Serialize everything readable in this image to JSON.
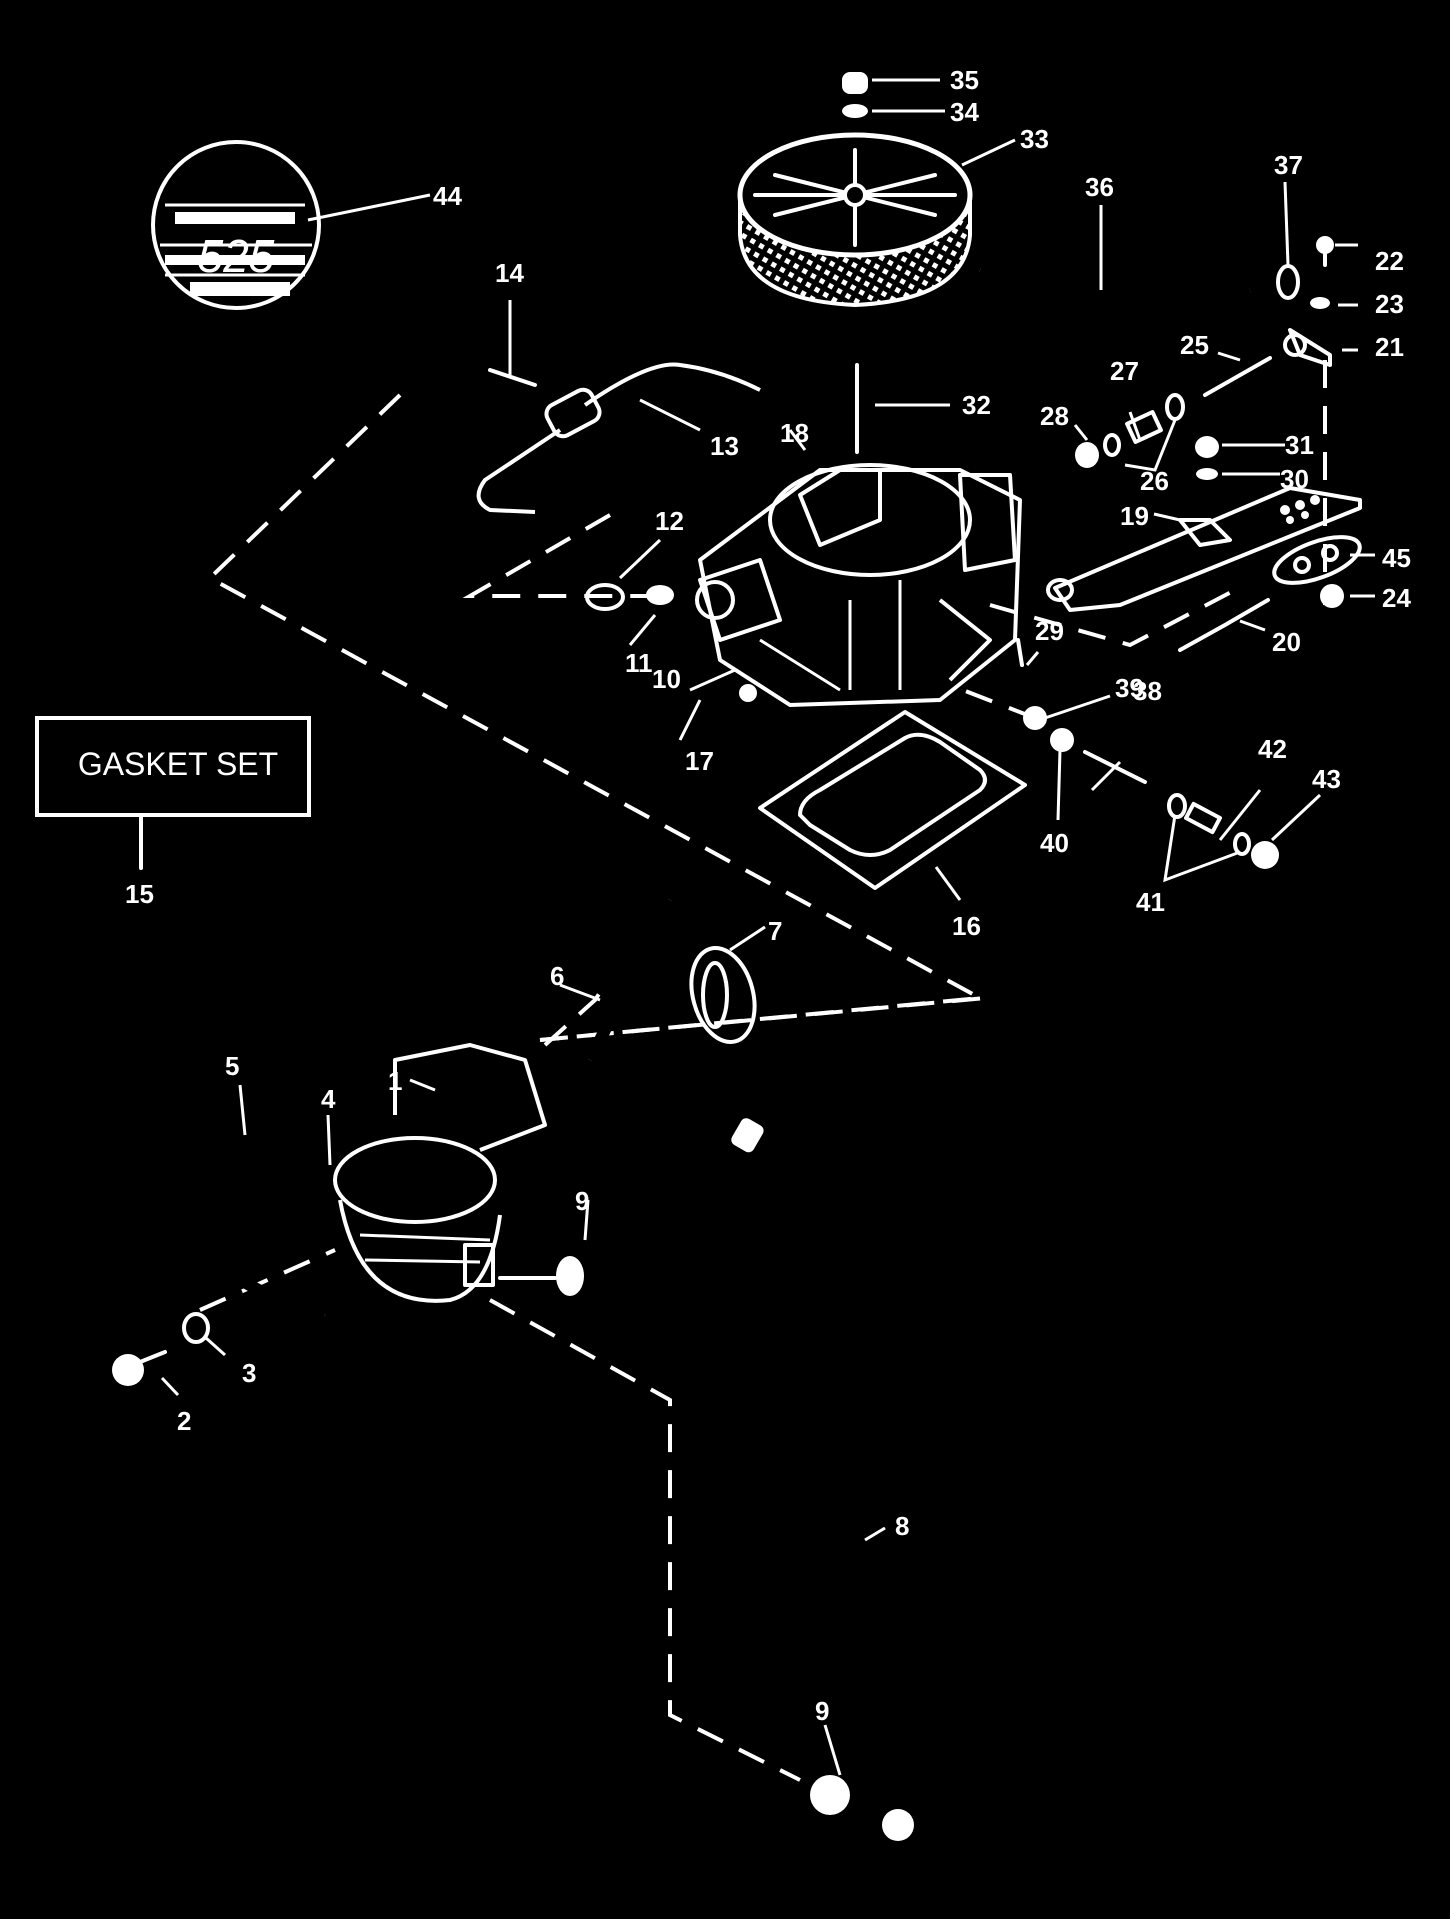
{
  "diagram": {
    "title": "Carburetor and Fuel Pump Exploded View",
    "background_color": "#000000",
    "line_color": "#ffffff",
    "gasket_set_box": {
      "label": "GASKET SET",
      "callout": "15"
    },
    "badge_text": "525",
    "callouts": [
      {
        "id": "1",
        "part": "fuel-pump"
      },
      {
        "id": "2",
        "part": "bolt"
      },
      {
        "id": "3",
        "part": "washer"
      },
      {
        "id": "4",
        "part": "fitting"
      },
      {
        "id": "5",
        "part": "vent-hose"
      },
      {
        "id": "6",
        "part": "pushrod"
      },
      {
        "id": "7",
        "part": "fuel-pump-gasket"
      },
      {
        "id": "8",
        "part": "fuel-line"
      },
      {
        "id": "9",
        "part": "fitting"
      },
      {
        "id": "9",
        "part": "fitting-lower"
      },
      {
        "id": "10",
        "part": "carburetor"
      },
      {
        "id": "11",
        "part": "spring"
      },
      {
        "id": "12",
        "part": "filter"
      },
      {
        "id": "13",
        "part": "fuel-line-upper"
      },
      {
        "id": "14",
        "part": "fitting"
      },
      {
        "id": "15",
        "part": "gasket-set"
      },
      {
        "id": "16",
        "part": "carburetor-gasket"
      },
      {
        "id": "17",
        "part": "screw"
      },
      {
        "id": "18",
        "part": "choke"
      },
      {
        "id": "19",
        "part": "throttle-bracket"
      },
      {
        "id": "20",
        "part": "spring"
      },
      {
        "id": "21",
        "part": "bracket"
      },
      {
        "id": "22",
        "part": "screw"
      },
      {
        "id": "23",
        "part": "washer"
      },
      {
        "id": "24",
        "part": "nut"
      },
      {
        "id": "25",
        "part": "stud"
      },
      {
        "id": "26",
        "part": "washers"
      },
      {
        "id": "27",
        "part": "spacer"
      },
      {
        "id": "28",
        "part": "nut"
      },
      {
        "id": "29",
        "part": "pin"
      },
      {
        "id": "30",
        "part": "washer"
      },
      {
        "id": "31",
        "part": "nut"
      },
      {
        "id": "32",
        "part": "stud"
      },
      {
        "id": "33",
        "part": "flame-arrestor"
      },
      {
        "id": "34",
        "part": "washer"
      },
      {
        "id": "35",
        "part": "nut"
      },
      {
        "id": "36",
        "part": "vent-hose"
      },
      {
        "id": "37",
        "part": "clamp"
      },
      {
        "id": "38",
        "part": "stud"
      },
      {
        "id": "39",
        "part": "nut"
      },
      {
        "id": "40",
        "part": "nut"
      },
      {
        "id": "41",
        "part": "washers"
      },
      {
        "id": "42",
        "part": "spacer"
      },
      {
        "id": "43",
        "part": "nut"
      },
      {
        "id": "44",
        "part": "decal"
      },
      {
        "id": "45",
        "part": "plate"
      }
    ]
  }
}
